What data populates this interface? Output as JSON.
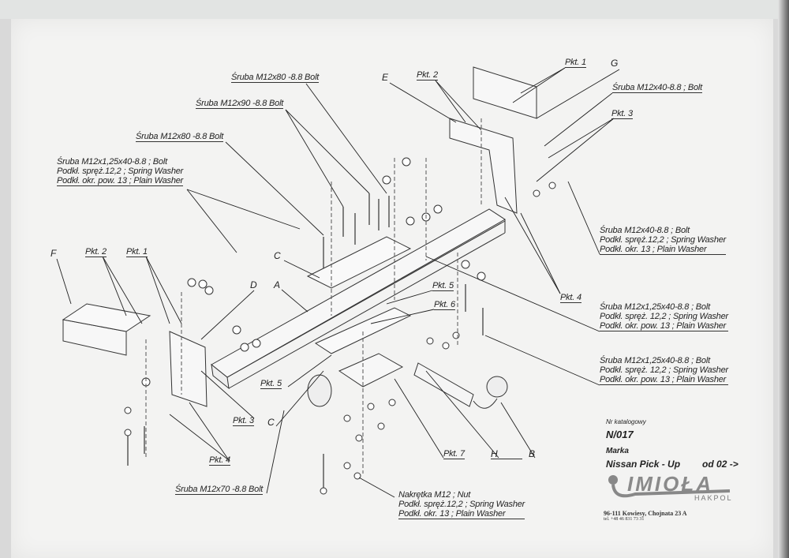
{
  "labels": {
    "bolt_m12x80_top": "Śruba M12x80 -8.8 Bolt",
    "bolt_m12x90": "Śruba M12x90 -8.8 Bolt",
    "bolt_m12x80_mid": "Śruba M12x80 -8.8 Bolt",
    "left_block": [
      "Śruba M12x1,25x40-8.8 ;  Bolt",
      "Podkł. spręż.12,2 ; Spring Washer",
      "Podkł. okr. pow. 13 ; Plain Washer"
    ],
    "E": "E",
    "pkt2_top": "Pkt. 2",
    "pkt1_top": "Pkt. 1",
    "G": "G",
    "bolt_m12x40": "Śruba M12x40-8.8 ;  Bolt",
    "pkt3_top": "Pkt. 3",
    "right_block1": [
      "Śruba M12x40-8.8 ;  Bolt",
      "Podkł. spręż.12,2 ; Spring Washer",
      "Podkł. okr. 13 ; Plain Washer"
    ],
    "pkt4_right": "Pkt. 4",
    "right_block2": [
      "Śruba M12x1,25x40-8.8 ;  Bolt",
      "Podkł. spręż. 12,2 ; Spring Washer",
      "Podkł. okr. pow. 13 ; Plain Washer"
    ],
    "right_block3": [
      "Śruba M12x1,25x40-8.8 ;  Bolt",
      "Podkł. spręż. 12,2 ; Spring Washer",
      "Podkł. okr. pow. 13 ; Plain Washer"
    ],
    "F": "F",
    "pkt2_left": "Pkt. 2",
    "pkt1_left": "Pkt. 1",
    "C_top": "C",
    "D": "D",
    "A": "A",
    "pkt5_mid": "Pkt. 5",
    "pkt6": "Pkt. 6",
    "pkt5_low": "Pkt. 5",
    "pkt3_low": "Pkt. 3",
    "C_low": "C",
    "pkt4_low": "Pkt. 4",
    "pkt7": "Pkt. 7",
    "H": "H",
    "B": "B",
    "bolt_m12x70": "Śruba M12x70 -8.8 Bolt",
    "nut_block": [
      "Nakrętka  M12 ; Nut",
      "Podkł. spręż.12,2 ; Spring Washer",
      "Podkł. okr. 13 ; Plain Washer"
    ]
  },
  "catalog": {
    "number_label": "Nr katalogowy",
    "number": "N/017",
    "brand_label": "Marka",
    "model": "Nissan Pick - Up",
    "from": "od  02 ->"
  },
  "company": {
    "logo_text": "IMIOŁA",
    "logo_sub": "HAKPOL",
    "address": "96-111 Kowiesy, Chojnata 23 A",
    "phone": "tel. +48 46 831 73 31"
  }
}
